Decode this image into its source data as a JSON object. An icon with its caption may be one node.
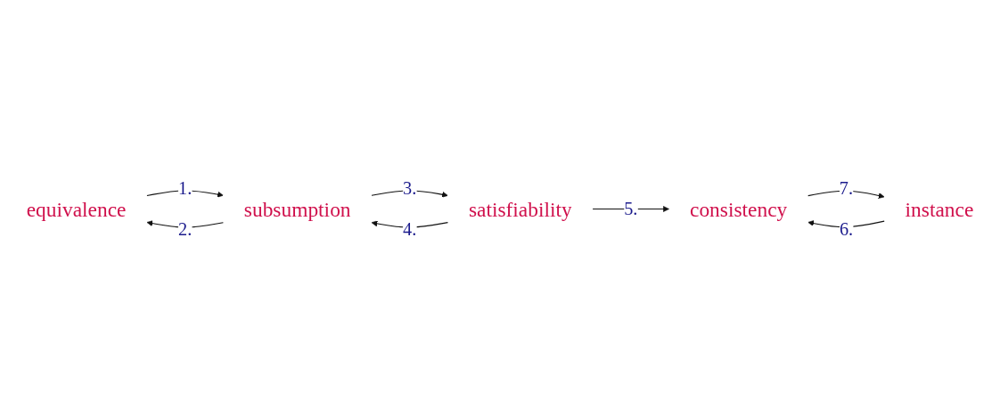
{
  "diagram": {
    "nodes": [
      {
        "text": [
          "equivalence"
        ]
      },
      {
        "text": [
          "subsumption"
        ]
      },
      {
        "text": [
          "satisfiability"
        ]
      },
      {
        "text": [
          "instance"
        ]
      },
      {
        "text": [
          "consistency"
        ]
      }
    ],
    "edges": [
      {
        "from": 0,
        "to": 1,
        "arrow": "to",
        "label": "1."
      },
      {
        "from": 1,
        "to": 0,
        "arrow": "to",
        "label": "2."
      },
      {
        "from": 1,
        "to": 2,
        "arrow": "to",
        "label": "3."
      },
      {
        "from": 2,
        "to": 1,
        "arrow": "to",
        "label": "4."
      },
      {
        "from": 2,
        "to": 4,
        "arrow": "to",
        "label": "5."
      },
      {
        "from": 3,
        "to": 4,
        "arrow": "to",
        "label": "6."
      },
      {
        "from": 4,
        "to": 3,
        "arrow": "to",
        "label": "7."
      }
    ]
  }
}
